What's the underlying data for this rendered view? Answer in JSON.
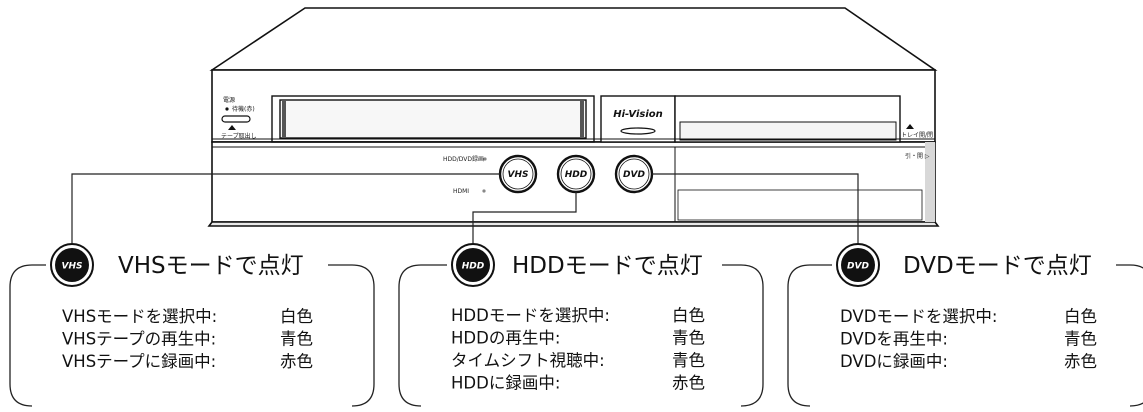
{
  "device": {
    "brand_label": "Hi-Vision",
    "power_label": "電源",
    "standby_label": "待機(赤)",
    "tape_eject_label": "テープ取出し",
    "tray_label": "トレイ開/閉",
    "hdd_dvd_switch_label": "HDD/DVD録画",
    "hdmi_label": "HDMI",
    "right_small_label": "引・開 ▷",
    "buttons": {
      "vhs": "VHS",
      "hdd": "HDD",
      "dvd": "DVD"
    }
  },
  "panels": [
    {
      "icon": "VHS",
      "title": "VHSモードで点灯",
      "rows": [
        {
          "label": "VHSモードを選択中:",
          "value": "白色"
        },
        {
          "label": "VHSテープの再生中:",
          "value": "青色"
        },
        {
          "label": "VHSテープに録画中:",
          "value": "赤色"
        }
      ]
    },
    {
      "icon": "HDD",
      "title": "HDDモードで点灯",
      "rows": [
        {
          "label": "HDDモードを選択中:",
          "value": "白色"
        },
        {
          "label": "HDDの再生中:",
          "value": "青色"
        },
        {
          "label": "タイムシフト視聴中:",
          "value": "青色"
        },
        {
          "label": "HDDに録画中:",
          "value": "赤色"
        }
      ]
    },
    {
      "icon": "DVD",
      "title": "DVDモードで点灯",
      "rows": [
        {
          "label": "DVDモードを選択中:",
          "value": "白色"
        },
        {
          "label": "DVDを再生中:",
          "value": "青色"
        },
        {
          "label": "DVDに録画中:",
          "value": "赤色"
        }
      ]
    }
  ]
}
